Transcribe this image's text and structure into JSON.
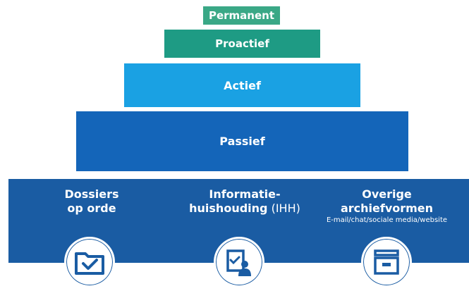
{
  "tiers": [
    {
      "label": "Permanent"
    },
    {
      "label": "Proactief"
    },
    {
      "label": "Actief"
    },
    {
      "label": "Passief"
    }
  ],
  "base": {
    "columns": [
      {
        "title_line1": "Dossiers",
        "title_line2": "op orde",
        "icon": "folder-check-icon"
      },
      {
        "title_line1": "Informatie-",
        "title_line2": "huishouding",
        "title_suffix": " (IHH)",
        "icon": "document-person-icon"
      },
      {
        "title_line1": "Overige",
        "title_line2": "archiefvormen",
        "caption": "E-mail/chat/sociale media/website",
        "icon": "archive-box-icon"
      }
    ]
  },
  "colors": {
    "permanent": "#3aa886",
    "proactief": "#1e9b84",
    "actief": "#1aa1e3",
    "passief": "#1465b9",
    "base": "#1a5ca3"
  }
}
